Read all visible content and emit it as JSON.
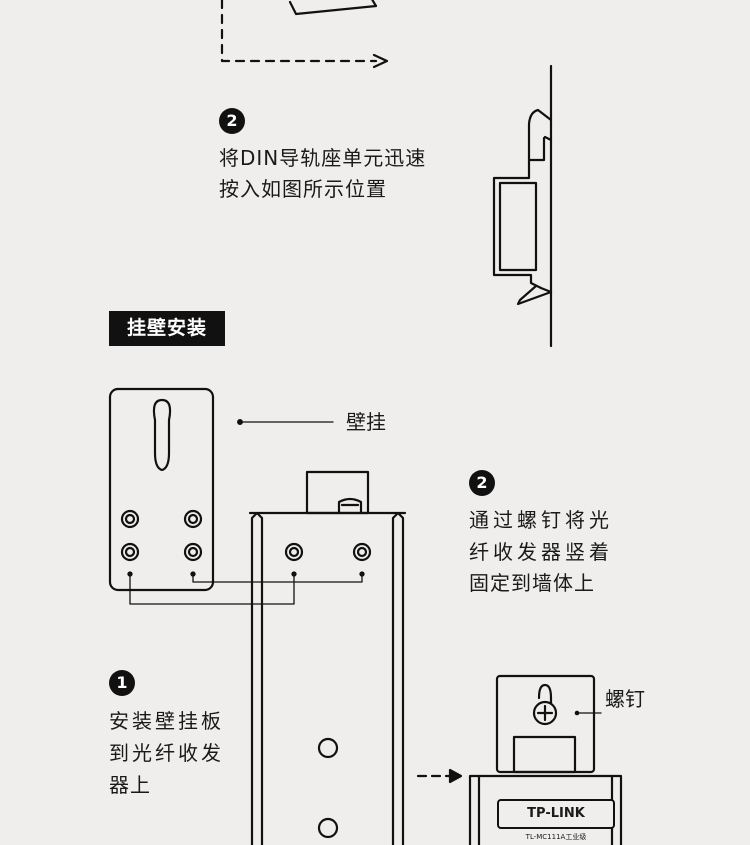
{
  "din_section": {
    "step2_number": "2",
    "step2_lines": [
      "将DIN导轨座单元迅速",
      "按入如图所示位置"
    ]
  },
  "wall_section": {
    "title": "挂壁安装",
    "wall_label": "壁挂",
    "step2_number": "2",
    "step2_lines": [
      "通过螺钉将光",
      "纤收发器竖着",
      "固定到墙体上"
    ],
    "step1_number": "1",
    "step1_lines": [
      "安装壁挂板",
      "到光纤收发",
      "器上"
    ],
    "screw_label": "螺钉",
    "device_brand": "TP-LINK",
    "device_model": "TL-MC111A工业级"
  },
  "colors": {
    "background": "#efeeec",
    "ink": "#111111"
  }
}
